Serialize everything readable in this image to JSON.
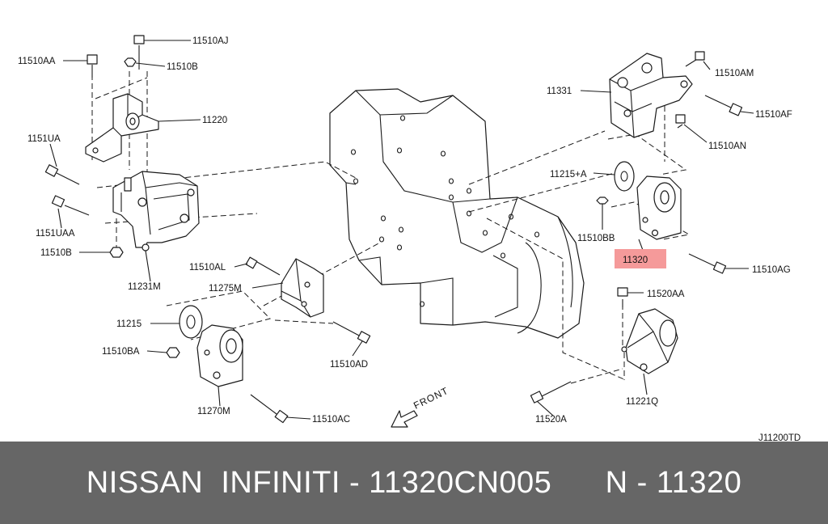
{
  "diagram_code": "J11200TD",
  "direction_label": "FRONT",
  "callouts": {
    "p11510AJ": "11510AJ",
    "p11510AA": "11510AA",
    "p11510B_top": "11510B",
    "p11220": "11220",
    "p1151UA": "1151UA",
    "p1151UAA": "1151UAA",
    "p11510B_bottom": "11510B",
    "p11231M": "11231M",
    "p11510AL": "11510AL",
    "p11275M": "11275M",
    "p11215": "11215",
    "p11510BA": "11510BA",
    "p11270M": "11270M",
    "p11510AC": "11510AC",
    "p11510AD": "11510AD",
    "p11331": "11331",
    "p11510AM": "11510AM",
    "p11510AF": "11510AF",
    "p11510AN": "11510AN",
    "p11215A": "11215+A",
    "p11510BB": "11510BB",
    "p11320": "11320",
    "p11510AG": "11510AG",
    "p11520AA": "11520AA",
    "p11221Q": "11221Q",
    "p11520A": "11520A"
  },
  "highlight_color": "#f59a9a",
  "banner": {
    "brand": "NISSAN  INFINITI - 11320CN005",
    "ref": "N - 11320",
    "background": "#666666"
  }
}
